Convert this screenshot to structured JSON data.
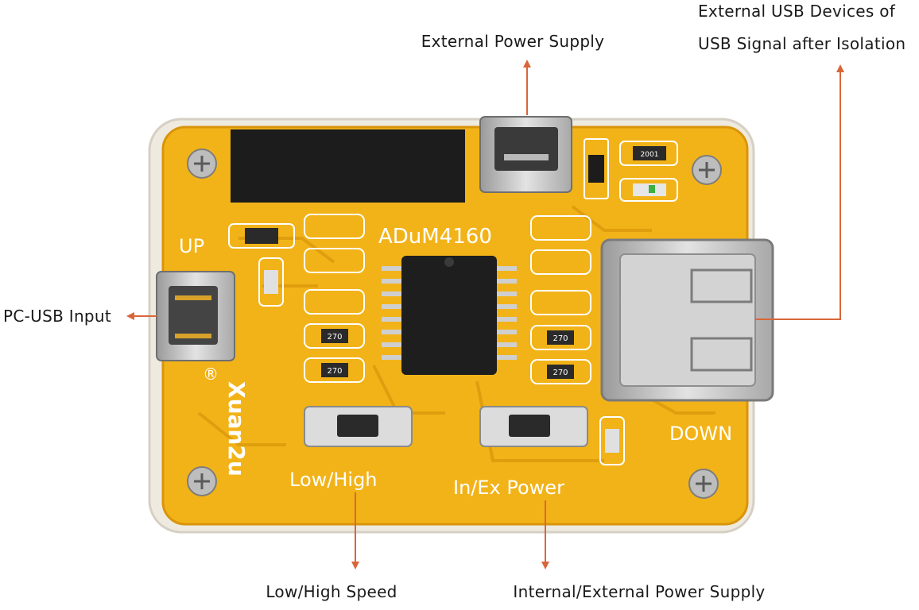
{
  "callouts": {
    "external_power": "External Power Supply",
    "external_usb_line1": "External USB Devices of",
    "external_usb_line2": "USB Signal after Isolation",
    "pc_usb_input": "PC-USB Input",
    "low_high_speed": "Low/High Speed",
    "internal_external_power": "Internal/External Power Supply"
  },
  "board_silkscreen": {
    "chip_label": "ADuM4160",
    "up": "UP",
    "down": "DOWN",
    "switch_low_high": "Low/High",
    "switch_power": "In/Ex Power",
    "brand": "Xuan2u",
    "registered": "®",
    "resistor_value": "270",
    "small_resistor": "2001"
  },
  "colors": {
    "pcb": "#f2b319",
    "pcb_dark": "#d9950a",
    "silkscreen": "#ffffff",
    "arrow": "#d9663a",
    "metal": "#c9c9c9",
    "chip": "#1e1e1e"
  }
}
